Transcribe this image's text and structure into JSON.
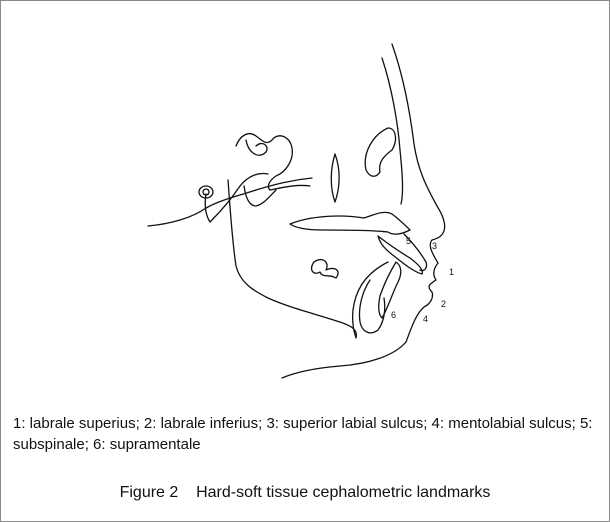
{
  "figure": {
    "landmark_markers": [
      "5",
      "3",
      "1",
      "2",
      "4",
      "6"
    ],
    "legend": "1: labrale superius; 2: labrale inferius; 3: superior labial sulcus; 4: mentolabial sulcus; 5: subspinale; 6: supramentale",
    "caption": "Figure 2    Hard-soft tissue cephalometric landmarks"
  }
}
